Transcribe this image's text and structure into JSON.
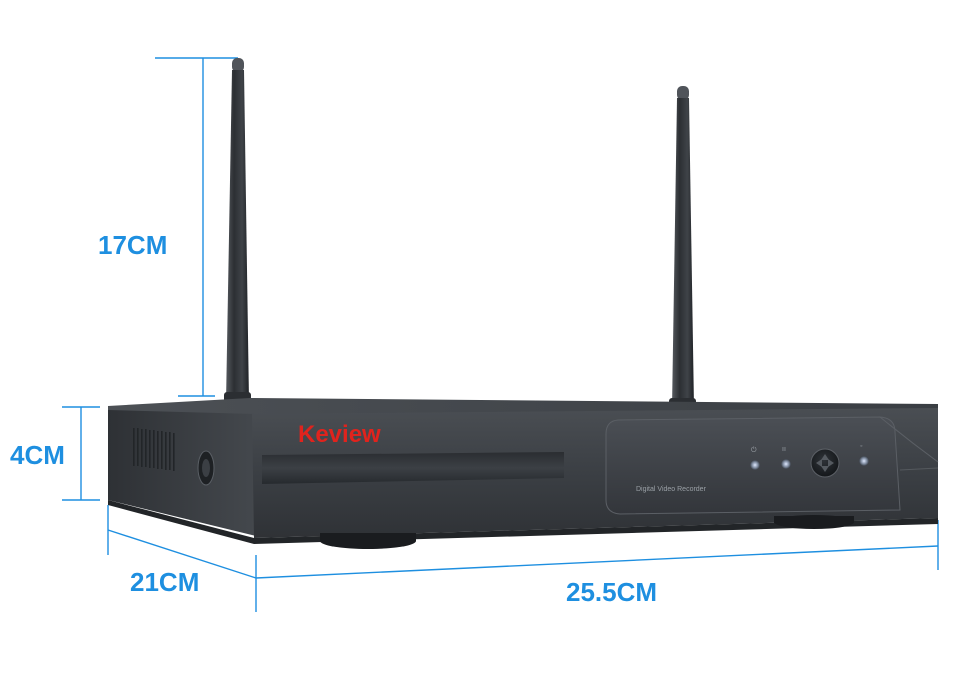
{
  "product": {
    "brand": "Keview",
    "front_panel_caption": "Digital Video Recorder"
  },
  "dimensions": {
    "antenna_height": "17CM",
    "device_height": "4CM",
    "depth": "21CM",
    "width": "25.5CM"
  },
  "colors": {
    "dimension_lines": "#1e8fe0",
    "brand_text": "#e0231d",
    "device_body": "#3a3d42"
  }
}
